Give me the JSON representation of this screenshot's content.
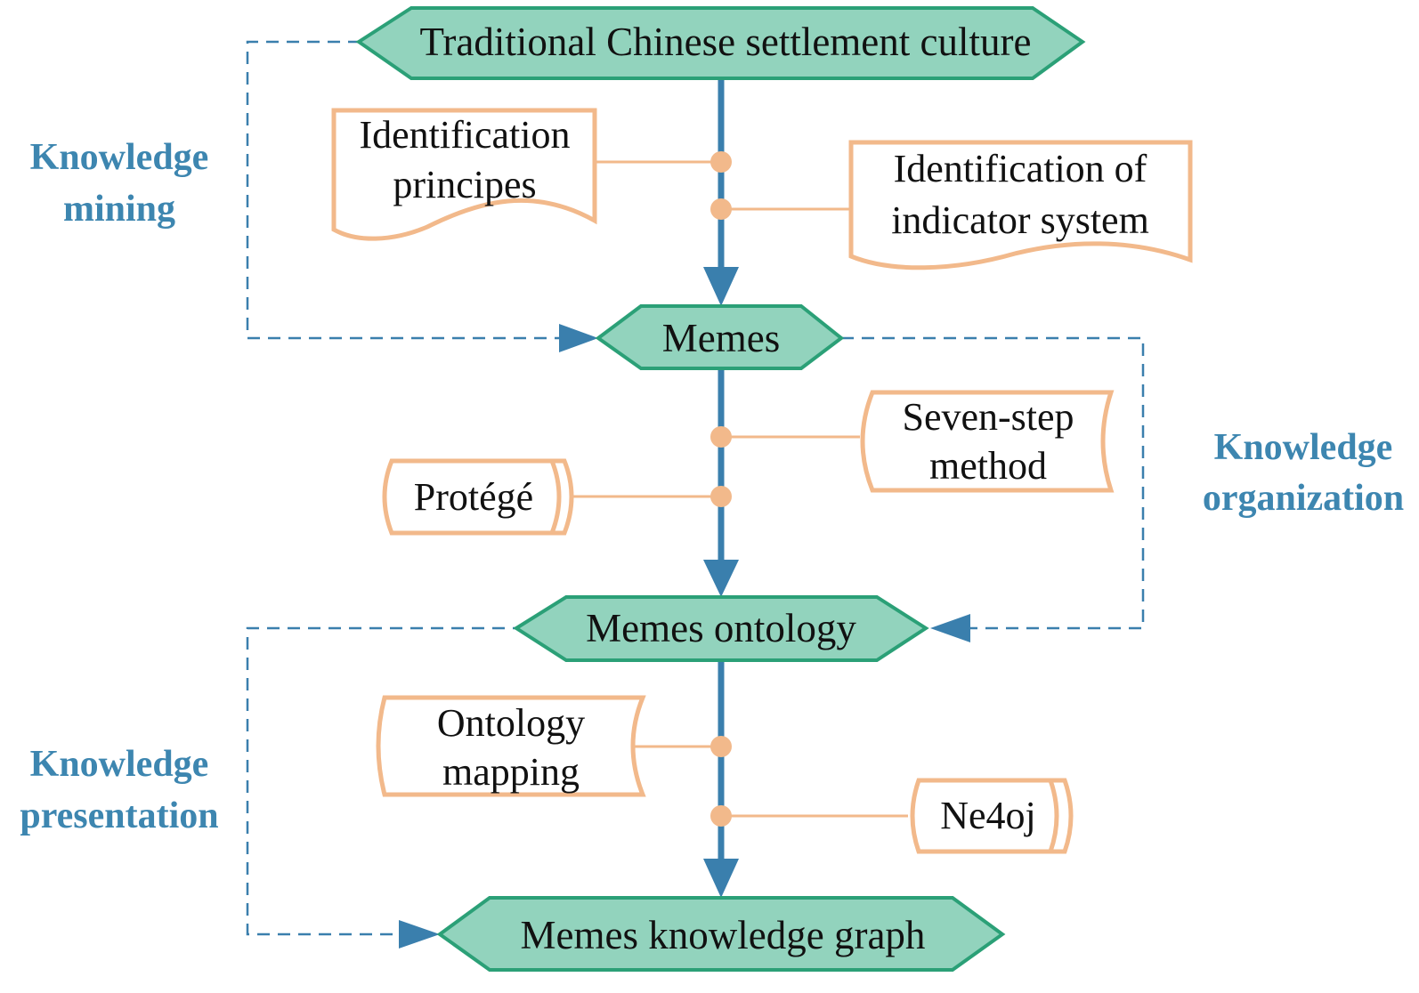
{
  "nodes": {
    "culture": "Traditional Chinese settlement culture",
    "memes": "Memes",
    "ontology": "Memes ontology",
    "graph": "Memes knowledge graph"
  },
  "boxes": {
    "identification_principles": [
      "Identification",
      "principes"
    ],
    "indicator_system": [
      "Identification of",
      "indicator system"
    ],
    "seven_step": [
      "Seven-step",
      "method"
    ],
    "protege": [
      "Protégé"
    ],
    "ontology_mapping": [
      "Ontology",
      "mapping"
    ],
    "ne4oj": [
      "Ne4oj"
    ]
  },
  "stages": {
    "mining": [
      "Knowledge",
      "mining"
    ],
    "organization": [
      "Knowledge",
      "organization"
    ],
    "presentation": [
      "Knowledge",
      "presentation"
    ]
  },
  "colors": {
    "node_fill": "#92d3bd",
    "node_stroke": "#2ba077",
    "box_stroke": "#f2b98b",
    "arrow": "#3a7fad",
    "stage_label": "#3d86b0"
  }
}
